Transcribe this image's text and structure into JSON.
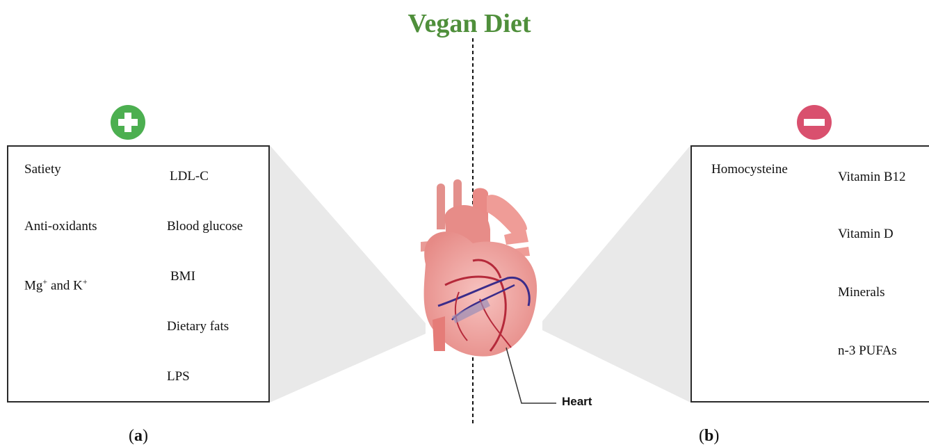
{
  "title": "Vegan Diet",
  "heart_label": "Heart",
  "panel_a": {
    "caption_letter": "a",
    "badge": "plus",
    "increase": [
      "Satiety",
      "Anti-oxidants",
      "Mg",
      "and K"
    ],
    "decrease": [
      "LDL-C",
      "Blood glucose",
      "BMI",
      "Dietary fats",
      "LPS"
    ]
  },
  "panel_b": {
    "caption_letter": "b",
    "badge": "minus",
    "increase": [
      "Homocysteine"
    ],
    "decrease": [
      "Vitamin B12",
      "Vitamin D",
      "Minerals",
      "n-3 PUFAs"
    ]
  },
  "colors": {
    "title": "#4f8f3b",
    "up_green": "#2e6a23",
    "down_green": "#2e6a23",
    "red": "#c8372e",
    "plus_badge": "#4caf50",
    "minus_badge": "#d9506e"
  },
  "icons": [
    "plus-icon",
    "minus-icon",
    "up-arrow-icon",
    "down-arrow-icon",
    "heart-icon"
  ]
}
